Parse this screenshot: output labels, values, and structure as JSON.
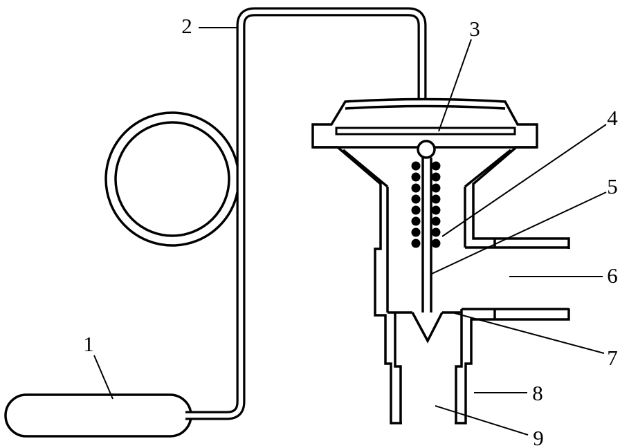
{
  "diagram": {
    "background_color": "#ffffff",
    "line_color": "#000000",
    "labels": [
      "1",
      "2",
      "3",
      "4",
      "5",
      "6",
      "7",
      "8",
      "9"
    ]
  }
}
